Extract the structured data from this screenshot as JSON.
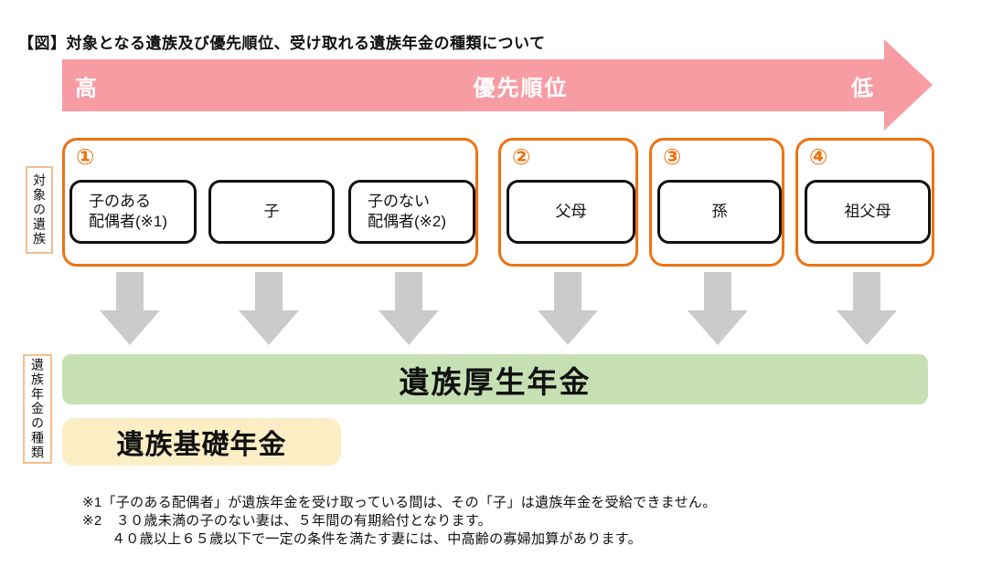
{
  "title": "【図】対象となる遺族及び優先順位、受け取れる遺族年金の種類について",
  "priority_banner": {
    "left_label": "高",
    "center_label": "優先順位",
    "right_label": "低",
    "color": "#F89CA3"
  },
  "row_labels": {
    "beneficiaries": "対象の遺族",
    "pension_types": "遺族年金の種類"
  },
  "groups": [
    {
      "number": "①",
      "boxes": [
        {
          "lines": [
            "子のある",
            "配偶者(※1)"
          ]
        },
        {
          "lines": [
            "子"
          ]
        },
        {
          "lines": [
            "子のない",
            "配偶者(※2)"
          ]
        }
      ]
    },
    {
      "number": "②",
      "boxes": [
        {
          "lines": [
            "父母"
          ]
        }
      ]
    },
    {
      "number": "③",
      "boxes": [
        {
          "lines": [
            "孫"
          ]
        }
      ]
    },
    {
      "number": "④",
      "boxes": [
        {
          "lines": [
            "祖父母"
          ]
        }
      ]
    }
  ],
  "pension_bars": {
    "kosei": "遺族厚生年金",
    "kiso": "遺族基礎年金"
  },
  "footnotes": [
    {
      "text": "※1「子のある配偶者」が遺族年金を受け取っている間は、その「子」は遺族年金を受給できません。",
      "indent": false
    },
    {
      "text": "※2　３０歳未満の子のない妻は、５年間の有期給付となります。",
      "indent": false
    },
    {
      "text": "４０歳以上６５歳以下で一定の条件を満たす妻には、中高齢の寡婦加算があります。",
      "indent": true
    }
  ],
  "colors": {
    "banner_pink": "#F89CA3",
    "group_orange": "#EE7212",
    "label_border_tan": "#F1BE8E",
    "bar_green": "#C6E0B4",
    "bar_yellow": "#FBEEC5",
    "arrow_gray": "#CBCBCB"
  }
}
